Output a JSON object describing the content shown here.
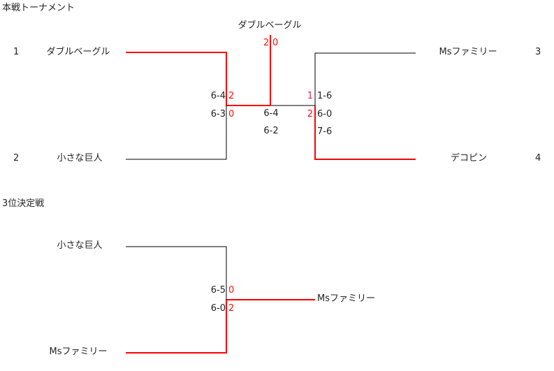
{
  "main": {
    "title": "本戦トーナメント",
    "champion": "ダブルベーグル",
    "seeds": [
      {
        "num": "1",
        "name": "ダブルベーグル"
      },
      {
        "num": "2",
        "name": "小さな巨人"
      },
      {
        "num": "3",
        "name": "Msファミリー"
      },
      {
        "num": "4",
        "name": "デコピン"
      }
    ],
    "sf1": {
      "scores": [
        "6-4",
        "6-3"
      ],
      "sets": [
        "2",
        "0"
      ]
    },
    "sf2": {
      "scores": [
        "1-6",
        "6-0",
        "7-6"
      ],
      "sets": [
        "1",
        "2"
      ]
    },
    "final": {
      "scores": [
        "6-4",
        "6-2"
      ],
      "sets": [
        "2",
        "0"
      ]
    }
  },
  "third": {
    "title": "3位決定戦",
    "players": [
      "小さな巨人",
      "Msファミリー"
    ],
    "scores": [
      "6-5",
      "6-0"
    ],
    "sets": [
      "0",
      "2"
    ],
    "winner": "Msファミリー"
  },
  "colors": {
    "winner_line": "#ff0000",
    "loser_line": "#000000"
  }
}
